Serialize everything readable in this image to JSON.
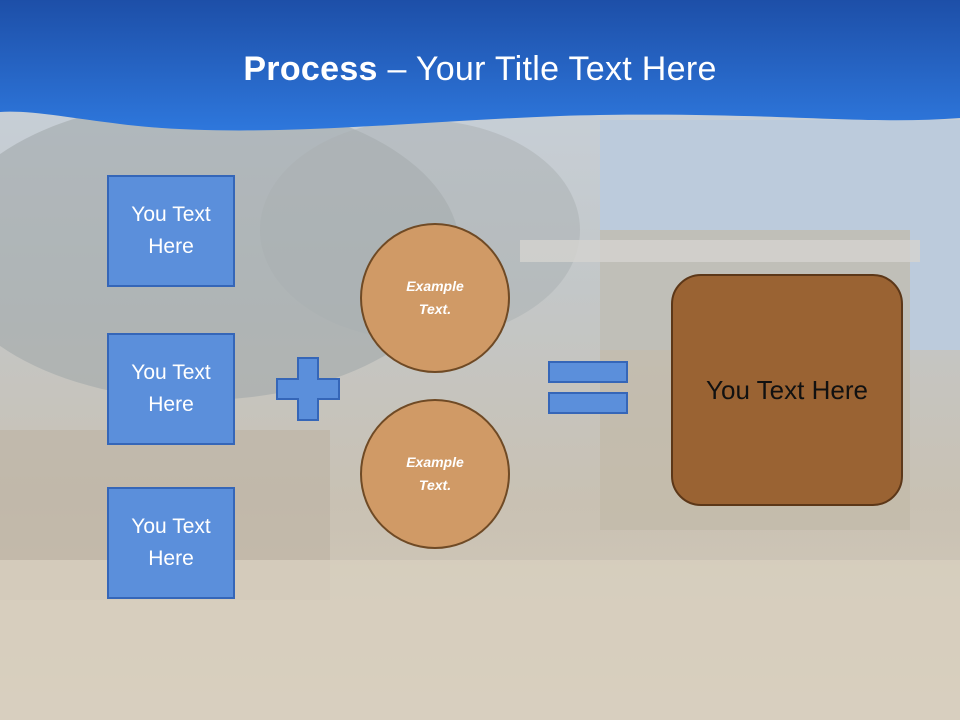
{
  "title": {
    "bold": "Process",
    "rest": " – Your Title Text Here"
  },
  "inputs": [
    "You Text\nHere",
    "You Text\nHere",
    "You Text\nHere"
  ],
  "circles": [
    "Example\nText.",
    "Example\nText."
  ],
  "result": "You Text Here",
  "colors": {
    "header_blue": "#2a6fd4",
    "box_blue": "#5b8fdb",
    "circle_tan": "#d09a66",
    "result_brown": "#9a6333"
  }
}
